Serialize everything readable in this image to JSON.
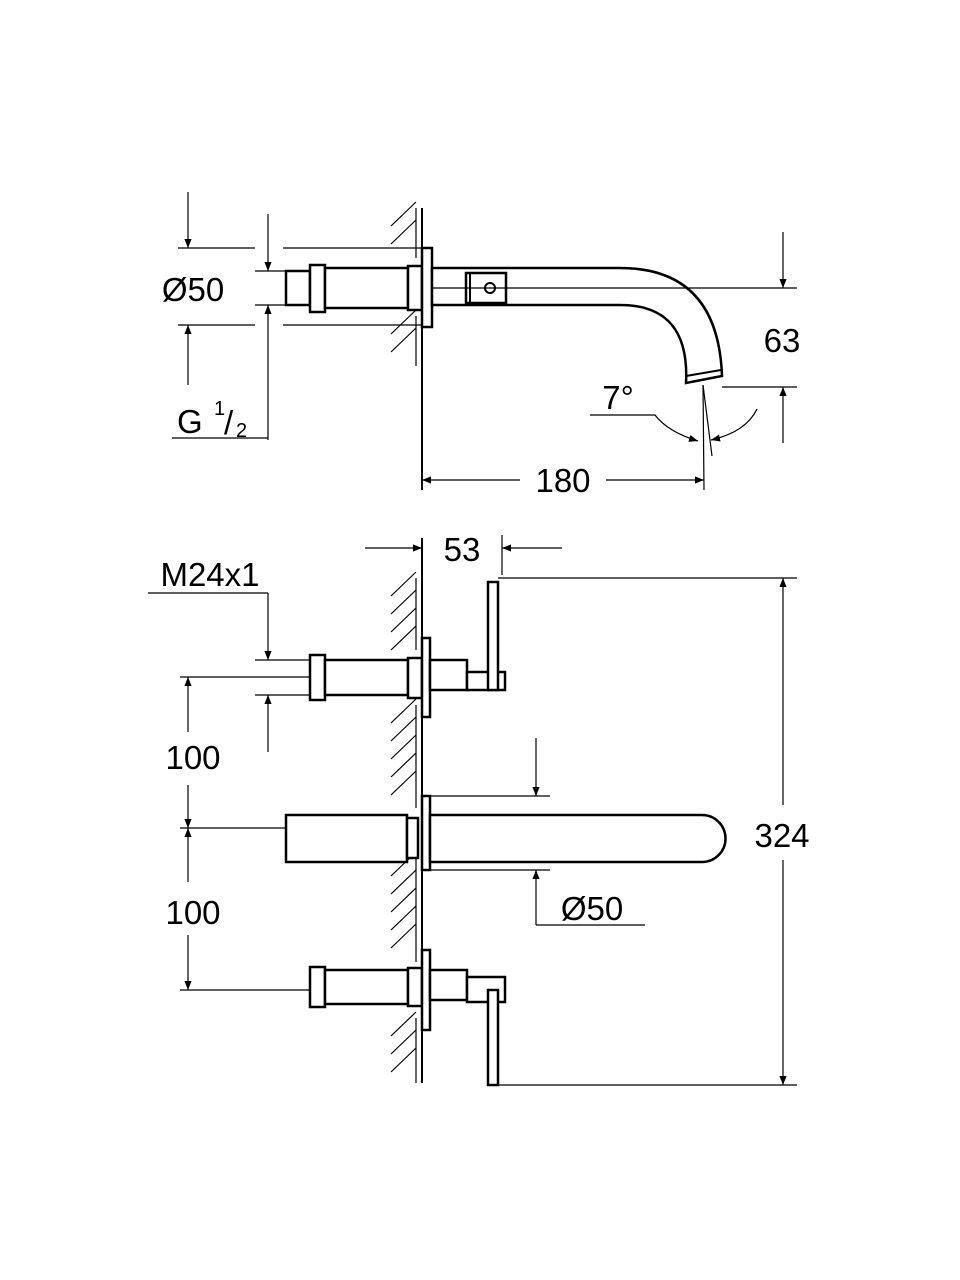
{
  "side_view": {
    "dim_diameter": "Ø50",
    "dim_thread": "G",
    "dim_thread_num": "1",
    "dim_thread_den": "2",
    "dim_height": "63",
    "dim_angle": "7°",
    "dim_projection": "180"
  },
  "front_view": {
    "dim_offset": "53",
    "dim_thread": "M24x1",
    "dim_spacing_top": "100",
    "dim_spacing_bottom": "100",
    "dim_spout_diameter": "Ø50",
    "dim_total_height": "324"
  }
}
